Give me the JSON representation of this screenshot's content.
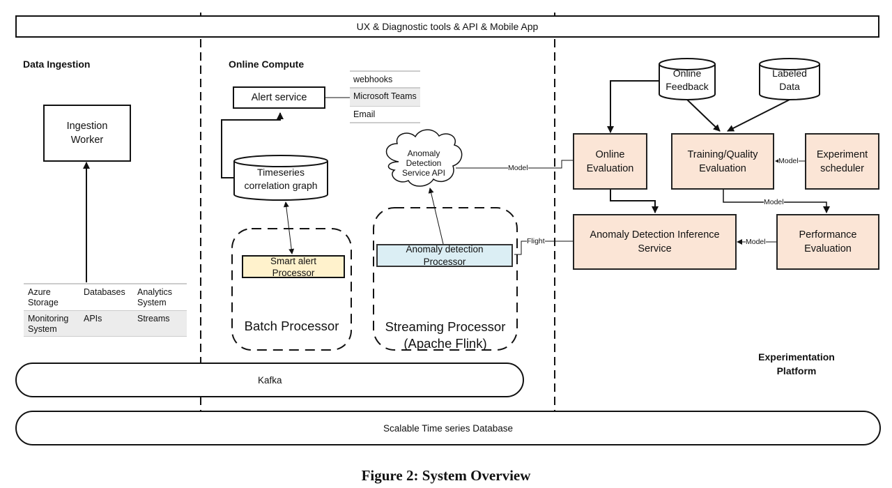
{
  "top_bar": "UX & Diagnostic tools & API & Mobile App",
  "sections": {
    "data_ingestion": "Data Ingestion",
    "online_compute": "Online Compute",
    "experimentation": "Experimentation\nPlatform"
  },
  "ingestion": {
    "worker": "Ingestion\nWorker",
    "sources": [
      [
        "Azure\nStorage",
        "Databases",
        "Analytics\nSystem"
      ],
      [
        "Monitoring\nSystem",
        "APIs",
        "Streams"
      ]
    ]
  },
  "online": {
    "alert_service": "Alert service",
    "channels": [
      "webhooks",
      "Microsoft Teams",
      "Email"
    ],
    "timeseries_graph": "Timeseries\ncorrelation graph",
    "anomaly_api": "Anomaly\nDetection\nService API",
    "smart_alert": "Smart alert\nProcessor",
    "anomaly_processor": "Anomaly detection\nProcessor",
    "batch_processor": "Batch Processor",
    "streaming_processor": "Streaming Processor\n(Apache Flink)"
  },
  "experimentation": {
    "online_feedback": "Online\nFeedback",
    "labeled_data": "Labeled\nData",
    "online_evaluation": "Online\nEvaluation",
    "training_eval": "Training/Quality\nEvaluation",
    "experiment_scheduler": "Experiment\nscheduler",
    "inference_service": "Anomaly Detection Inference\nService",
    "performance_eval": "Performance\nEvaluation"
  },
  "edge_labels": {
    "model_api": "Model",
    "model_scheduler": "Model",
    "model_perf": "Model",
    "model_inference": "Model",
    "flight": "Flight"
  },
  "kafka": "Kafka",
  "database": "Scalable Time series Database",
  "caption": "Figure 2: System Overview"
}
